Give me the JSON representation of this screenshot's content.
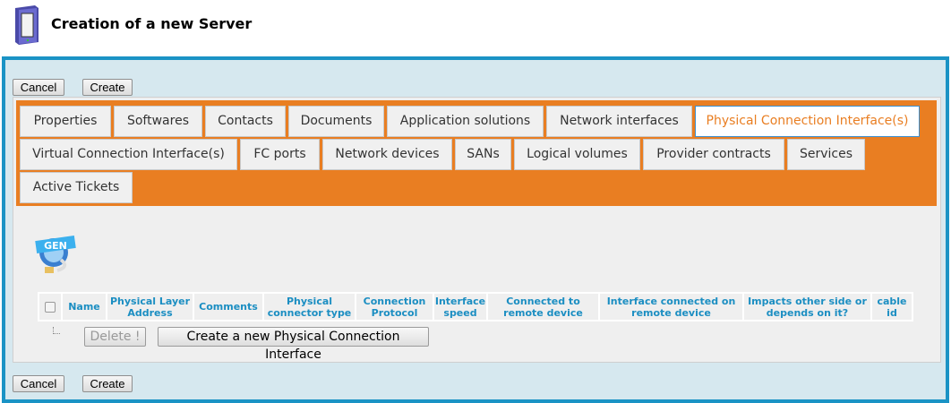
{
  "header": {
    "title": "Creation of a new Server",
    "icon": "server-icon"
  },
  "toolbar": {
    "cancel": "Cancel",
    "create": "Create"
  },
  "tabs": [
    {
      "label": "Properties"
    },
    {
      "label": "Softwares"
    },
    {
      "label": "Contacts"
    },
    {
      "label": "Documents"
    },
    {
      "label": "Application solutions"
    },
    {
      "label": "Network interfaces"
    },
    {
      "label": "Physical Connection Interface(s)",
      "active": true
    },
    {
      "label": "Virtual Connection Interface(s)"
    },
    {
      "label": "FC ports"
    },
    {
      "label": "Network devices"
    },
    {
      "label": "SANs"
    },
    {
      "label": "Logical volumes"
    },
    {
      "label": "Provider contracts"
    },
    {
      "label": "Services"
    },
    {
      "label": "Active Tickets"
    }
  ],
  "colors": {
    "accent": "#e97e22",
    "frame": "#1a93c5",
    "header_text": "#1b8ec2"
  },
  "table": {
    "columns": [
      "Name",
      "Physical Layer Address",
      "Comments",
      "Physical connector type",
      "Connection Protocol",
      "Interface speed",
      "Connected to remote device",
      "Interface connected on remote device",
      "Impacts other side or depends on it?",
      "cable id"
    ],
    "rows": []
  },
  "actions": {
    "delete": "Delete !",
    "create_new": "Create a new Physical Connection Interface"
  },
  "gen_icon": "GEN"
}
